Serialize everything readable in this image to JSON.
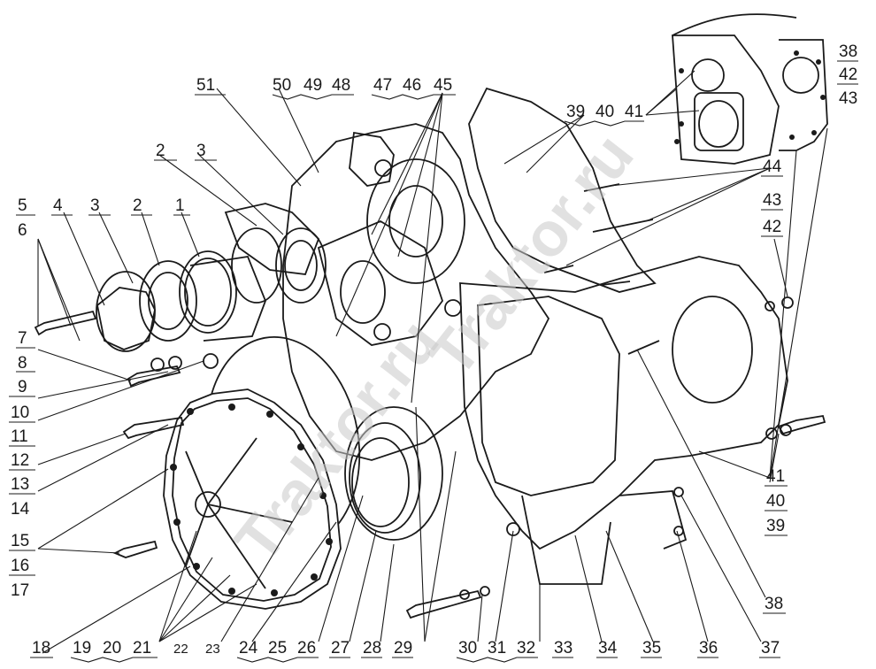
{
  "labels": {
    "left": [
      "5",
      "6",
      "7",
      "8",
      "9",
      "10",
      "11",
      "12",
      "13",
      "14",
      "15",
      "16",
      "17"
    ],
    "bottom": [
      "18",
      "19",
      "20",
      "21",
      "22",
      "23",
      "24",
      "25",
      "26",
      "27",
      "28",
      "29",
      "30",
      "31",
      "32",
      "33",
      "34",
      "35",
      "36",
      "37"
    ],
    "top": [
      "51",
      "50",
      "49",
      "48",
      "47",
      "46",
      "45",
      "39",
      "40",
      "41",
      "38",
      "42",
      "43",
      "44"
    ],
    "upper_left": [
      "4",
      "3",
      "2",
      "1",
      "2",
      "3"
    ],
    "right": [
      "43",
      "42",
      "41",
      "40",
      "39",
      "38"
    ]
  },
  "watermark": "Traktor.ru"
}
